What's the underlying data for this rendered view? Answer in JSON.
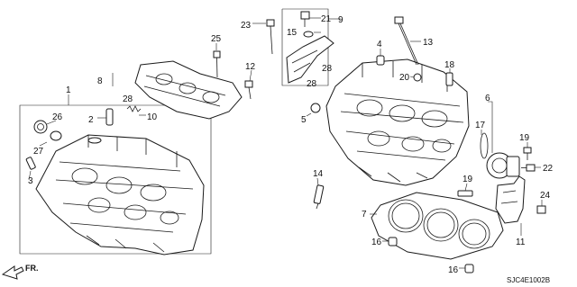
{
  "diagram": {
    "callouts": [
      {
        "id": "c1",
        "text": "1"
      },
      {
        "id": "c2",
        "text": "2"
      },
      {
        "id": "c3",
        "text": "3"
      },
      {
        "id": "c4",
        "text": "4"
      },
      {
        "id": "c5",
        "text": "5"
      },
      {
        "id": "c6",
        "text": "6"
      },
      {
        "id": "c7",
        "text": "7"
      },
      {
        "id": "c8",
        "text": "8"
      },
      {
        "id": "c9",
        "text": "9"
      },
      {
        "id": "c10",
        "text": "10"
      },
      {
        "id": "c11",
        "text": "11"
      },
      {
        "id": "c12",
        "text": "12"
      },
      {
        "id": "c13",
        "text": "13"
      },
      {
        "id": "c14",
        "text": "14"
      },
      {
        "id": "c15",
        "text": "15"
      },
      {
        "id": "c16a",
        "text": "16"
      },
      {
        "id": "c16b",
        "text": "16"
      },
      {
        "id": "c17",
        "text": "17"
      },
      {
        "id": "c18",
        "text": "18"
      },
      {
        "id": "c19a",
        "text": "19"
      },
      {
        "id": "c19b",
        "text": "19"
      },
      {
        "id": "c20",
        "text": "20"
      },
      {
        "id": "c21",
        "text": "21"
      },
      {
        "id": "c22",
        "text": "22"
      },
      {
        "id": "c23",
        "text": "23"
      },
      {
        "id": "c24",
        "text": "24"
      },
      {
        "id": "c25",
        "text": "25"
      },
      {
        "id": "c26",
        "text": "26"
      },
      {
        "id": "c27",
        "text": "27"
      },
      {
        "id": "c28a",
        "text": "28"
      },
      {
        "id": "c28b",
        "text": "28"
      },
      {
        "id": "c28c",
        "text": "28"
      }
    ],
    "direction_label": "FR.",
    "diagram_code": "SJC4E1002B"
  }
}
